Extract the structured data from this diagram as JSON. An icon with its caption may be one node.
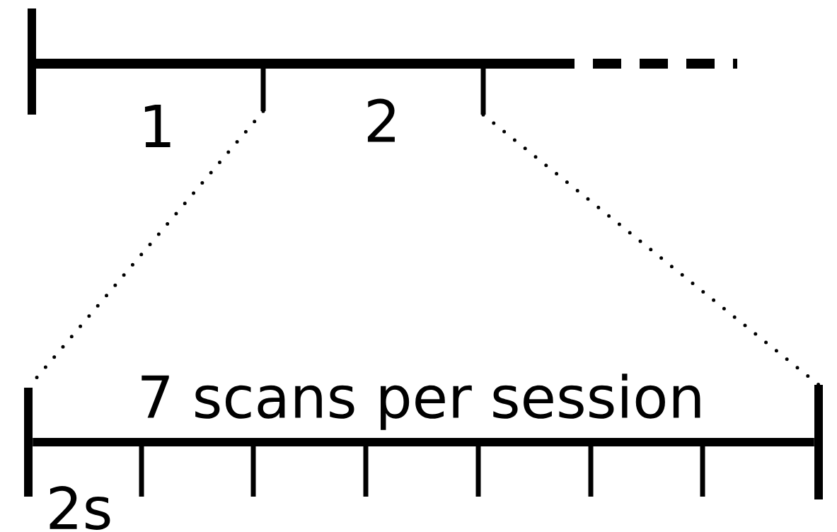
{
  "diagram": {
    "nodes": [
      {
        "text": [],
        "shape": "bar"
      },
      {
        "text": [],
        "shape": "bar"
      },
      {
        "text": [],
        "shape": "bar"
      },
      {
        "text": [],
        "shape": "bar"
      }
    ],
    "edges": [
      {
        "from": 0,
        "to": 2,
        "arrow": "none",
        "style": "dashed"
      },
      {
        "from": 1,
        "to": 3,
        "arrow": "none",
        "style": "dashed"
      },
      {
        "from": 2,
        "to": 3,
        "arrow": "none",
        "style": "thick"
      }
    ],
    "labels": [
      "1",
      "2",
      "7 scans per session",
      "2s"
    ]
  }
}
